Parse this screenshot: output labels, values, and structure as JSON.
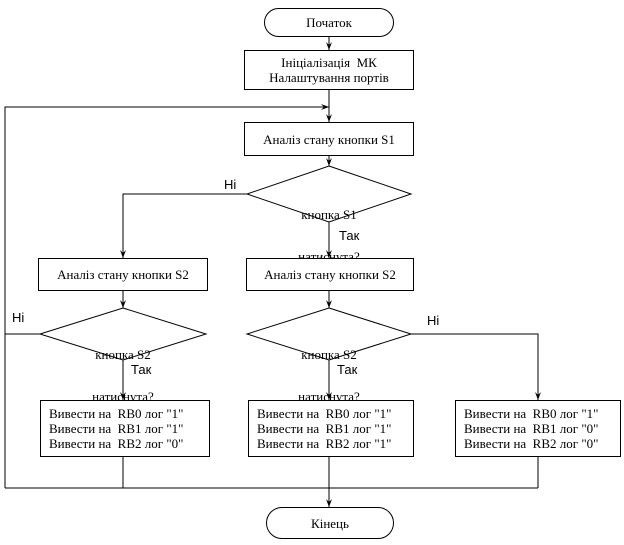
{
  "start": "Початок",
  "init": {
    "line1": "Ініціалізація  МК",
    "line2": "Налаштування портів"
  },
  "analyze_s1": "Аналіз стану кнопки S1",
  "decision_s1": {
    "line1": "кнопка S1",
    "line2": "натиснута?"
  },
  "analyze_s2_left": "Аналіз стану кнопки S2",
  "analyze_s2_mid": "Аналіз стану кнопки S2",
  "decision_s2_left": {
    "line1": "кнопка S2",
    "line2": "натиснута?"
  },
  "decision_s2_mid": {
    "line1": "кнопка S2",
    "line2": "натиснута?"
  },
  "output_left": [
    "Вивести на  RB0 лог \"1\"",
    "Вивести на  RB1 лог \"1\"",
    "Вивести на  RB2 лог \"0\""
  ],
  "output_mid": [
    "Вивести на  RB0 лог \"1\"",
    "Вивести на  RB1 лог \"1\"",
    "Вивести на  RB2 лог \"1\""
  ],
  "output_right": [
    "Вивести на  RB0 лог \"1\"",
    "Вивести на  RB1 лог \"0\"",
    "Вивести на  RB2 лог \"0\""
  ],
  "end": "Кінець",
  "labels": {
    "no_s1": "Ні",
    "yes_s1": "Так",
    "no_s2_left": "Ні",
    "yes_s2_left": "Так",
    "yes_s2_mid": "Так",
    "no_s2_mid": "Ні"
  }
}
